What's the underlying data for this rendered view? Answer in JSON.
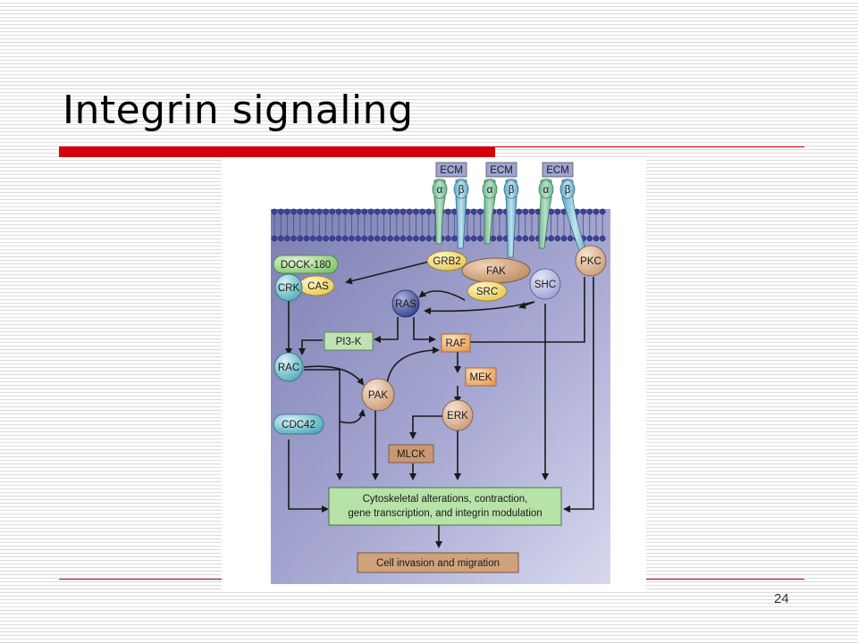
{
  "slide": {
    "title": "Integrin signaling",
    "page_number": "24"
  },
  "diagram": {
    "ecm_labels": [
      "ECM",
      "ECM",
      "ECM"
    ],
    "alpha": "α",
    "beta": "β",
    "nodes": {
      "dock180": "DOCK-180",
      "crk": "CRK",
      "cas": "CAS",
      "grb2": "GRB2",
      "fak": "FAK",
      "src": "SRC",
      "shc": "SHC",
      "pkc": "PKC",
      "ras": "RAS",
      "pi3k": "PI3-K",
      "raf": "RAF",
      "rac": "RAC",
      "pak": "PAK",
      "mek": "MEK",
      "erk": "ERK",
      "cdc42": "CDC42",
      "mlck": "MLCK"
    },
    "outcome_lines": [
      "Cytoskeletal alterations, contraction,",
      "gene transcription, and integrin modulation"
    ],
    "final_outcome": "Cell invasion and migration"
  }
}
